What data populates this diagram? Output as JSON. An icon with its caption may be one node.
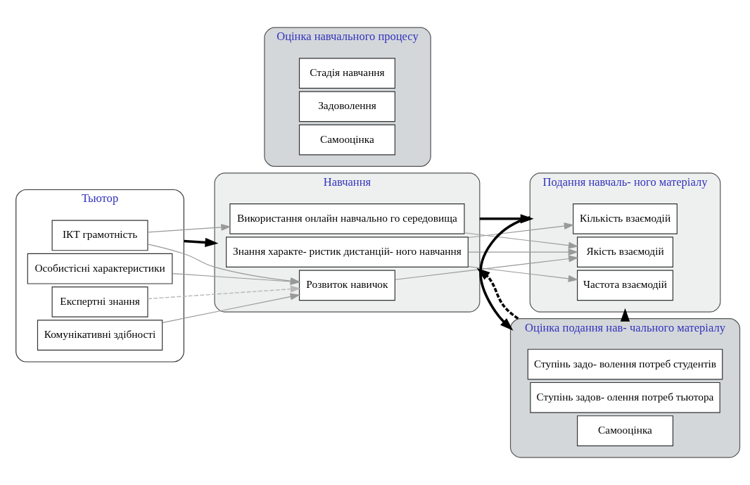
{
  "diagram": {
    "nodes": [
      {
        "text": [
          "Тьютор"
        ]
      },
      {
        "text": [
          "ІКТ грамотність"
        ],
        "in": 0
      },
      {
        "text": [
          "Комунікативні здібності"
        ],
        "in": 0
      },
      {
        "text": [
          "Особистісні характеристики"
        ],
        "in": 0
      },
      {
        "text": [
          "Експертні знання"
        ],
        "in": 0
      },
      {
        "text": [
          "Навчання"
        ]
      },
      {
        "text": [
          "Знання характе- ристик дистанцій- ного навчання"
        ],
        "in": 5
      },
      {
        "text": [
          "Використання онлайн навчально го середовища"
        ],
        "in": 5
      },
      {
        "text": [
          "Розвиток навичок"
        ],
        "in": 5
      },
      {
        "text": [
          "Оцінка навчального процесу"
        ]
      },
      {
        "text": [
          "Стадія навчання"
        ],
        "in": 9
      },
      {
        "text": [
          "Задоволення"
        ],
        "in": 9
      },
      {
        "text": [
          "Самооцінка"
        ],
        "in": 9
      },
      {
        "text": [
          "Подання навчаль- ного матеріалу"
        ]
      },
      {
        "text": [
          "Кількість взаємодій"
        ],
        "in": 13
      },
      {
        "text": [
          "Частота взаємодій"
        ],
        "in": 13
      },
      {
        "text": [
          "Якість взаємодій"
        ],
        "in": 13
      },
      {
        "text": [
          "Оцінка подання нав- чального матеріалу"
        ]
      },
      {
        "text": [
          "Ступінь задо- волення потреб студентів"
        ],
        "in": 17
      },
      {
        "text": [
          "Ступінь задов- олення потреб тьютора"
        ],
        "in": 17
      },
      {
        "text": [
          "Самооцінка"
        ],
        "in": 17
      }
    ],
    "edges": [
      {
        "from": 0,
        "to": 5,
        "arrow": "to",
        "style": "thick",
        "color": "#000000"
      },
      {
        "from": 5,
        "to": 13,
        "arrow": "to",
        "style": "thick",
        "color": "#000000"
      },
      {
        "from": 1,
        "to": 7,
        "arrow": "to"
      },
      {
        "from": 1,
        "to": 8,
        "arrow": "to"
      },
      {
        "from": 2,
        "to": 8,
        "arrow": "to"
      },
      {
        "from": 3,
        "to": 8,
        "arrow": "to"
      },
      {
        "from": 4,
        "to": 8,
        "arrow": "to",
        "style": "dashed",
        "color": "#b8b8b8"
      },
      {
        "from": 6,
        "to": 14,
        "arrow": "to"
      },
      {
        "from": 6,
        "to": 15,
        "arrow": "to"
      },
      {
        "from": 6,
        "to": 16,
        "arrow": "to"
      },
      {
        "from": 7,
        "to": 16,
        "arrow": "to"
      },
      {
        "from": 8,
        "to": 16,
        "arrow": "to"
      },
      {
        "from": 13,
        "to": 17,
        "arrow": "to",
        "style": "thick",
        "color": "#000000"
      },
      {
        "from": 17,
        "to": 13,
        "arrow": "to",
        "style": "thick",
        "color": "#000000"
      },
      {
        "from": 17,
        "to": 5,
        "arrow": "to",
        "style": "dashed",
        "color": "#000000"
      }
    ]
  }
}
